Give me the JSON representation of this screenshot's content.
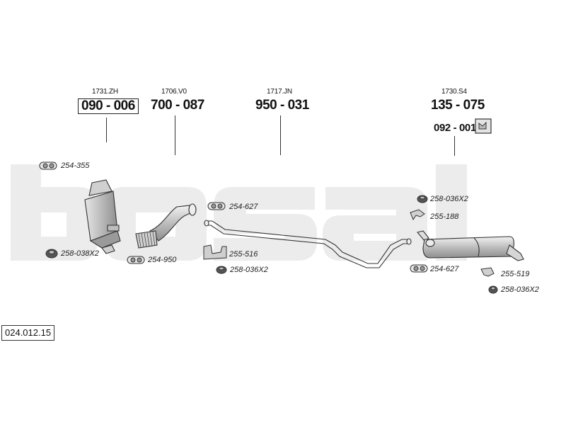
{
  "catalog_number": "024.012.15",
  "watermark": "bosal",
  "parts": [
    {
      "ref": "1731.ZH",
      "number": "090 - 006"
    },
    {
      "ref": "1706.V0",
      "number": "700 - 087"
    },
    {
      "ref": "1717.JN",
      "number": "950 - 031"
    },
    {
      "ref": "1730.S4",
      "number": "135 - 075",
      "sub_number": "092 - 001"
    }
  ],
  "accessories": [
    {
      "code": "254-355"
    },
    {
      "code": "258-038X2"
    },
    {
      "code": "254-950"
    },
    {
      "code": "254-627"
    },
    {
      "code": "255-516"
    },
    {
      "code": "258-036X2"
    },
    {
      "code": "258-036X2"
    },
    {
      "code": "255-188"
    },
    {
      "code": "254-627"
    },
    {
      "code": "255-519"
    },
    {
      "code": "258-036X2"
    }
  ],
  "icons": {
    "clamp": "clamp-icon",
    "rubber_mount": "rubber-mount-icon",
    "hanger": "hanger-icon",
    "bracket": "bracket-icon"
  },
  "colors": {
    "watermark": "#ececec",
    "line": "#333333",
    "part_fill": "#d6d6d6"
  }
}
